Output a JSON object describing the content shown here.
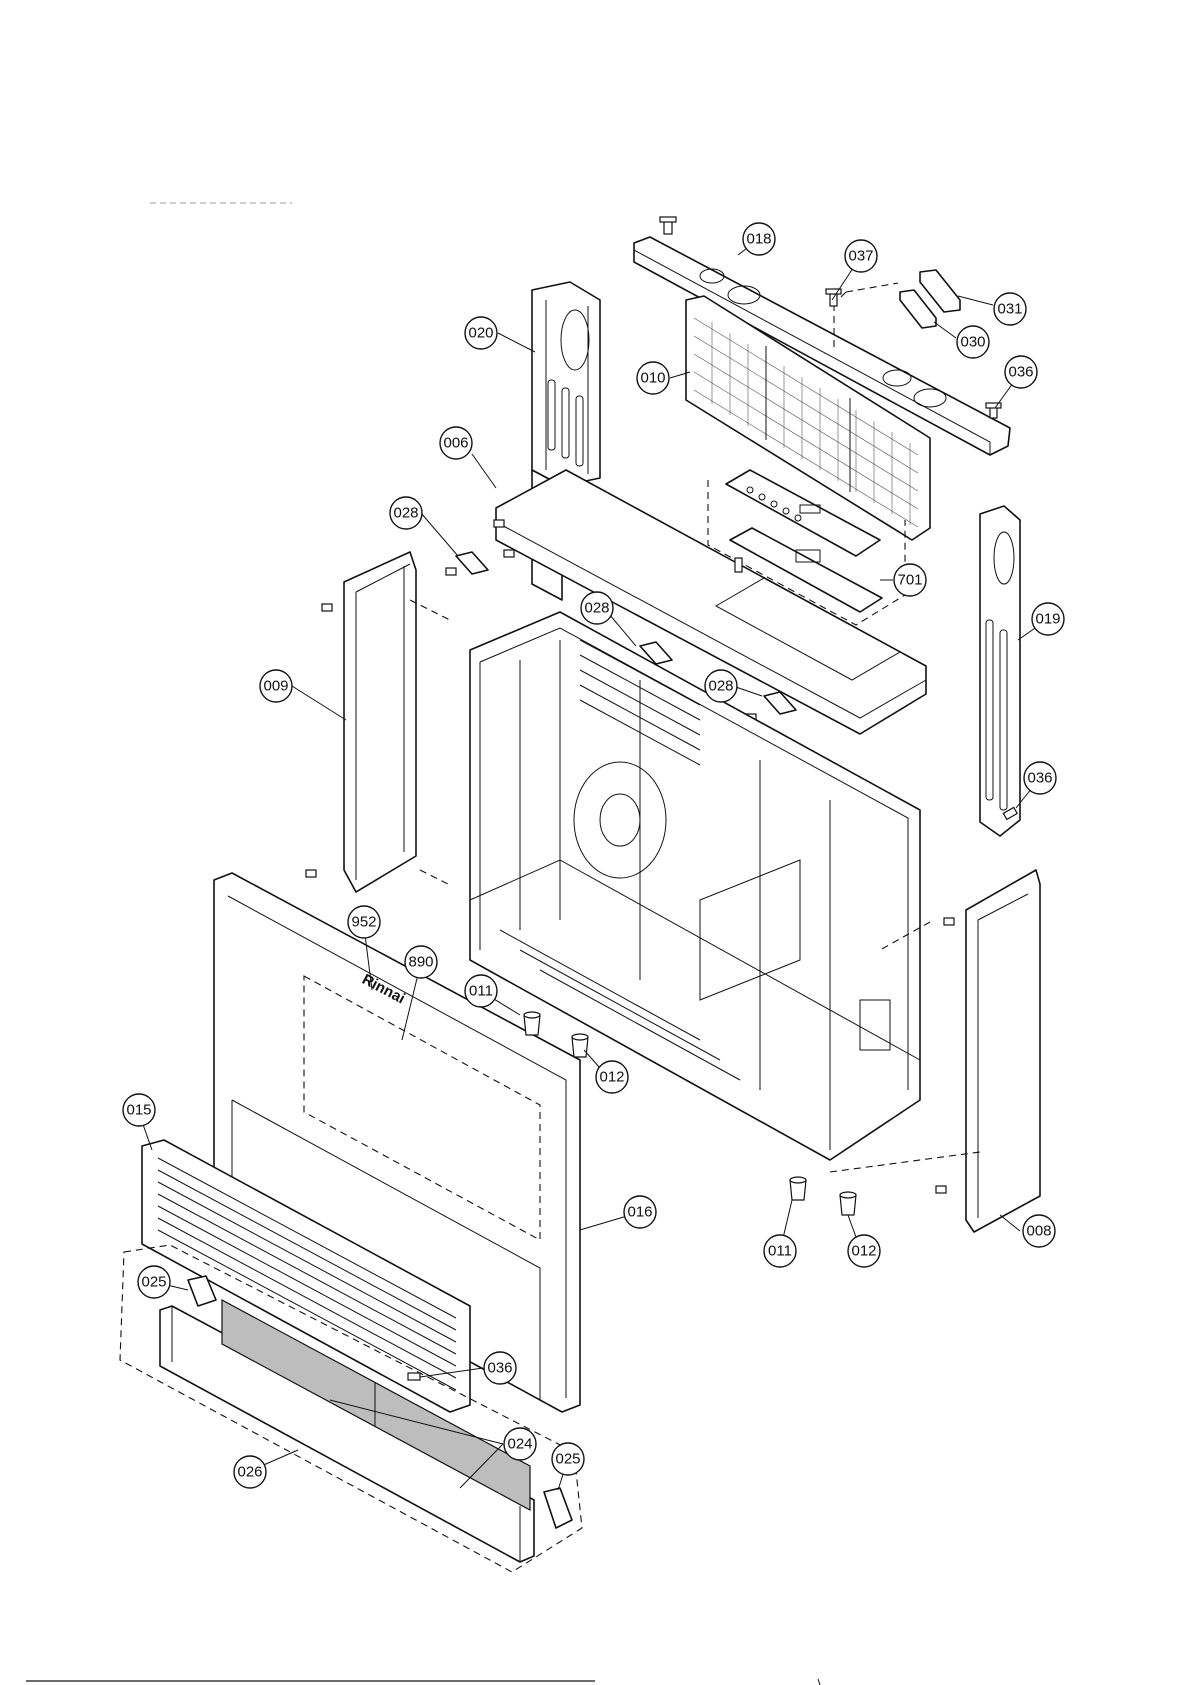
{
  "diagram": {
    "brand_logo": "Rinnai",
    "callouts": [
      {
        "id": "c018",
        "label": "018"
      },
      {
        "id": "c037",
        "label": "037"
      },
      {
        "id": "c031",
        "label": "031"
      },
      {
        "id": "c030",
        "label": "030"
      },
      {
        "id": "c020",
        "label": "020"
      },
      {
        "id": "c010",
        "label": "010"
      },
      {
        "id": "c036a",
        "label": "036"
      },
      {
        "id": "c006",
        "label": "006"
      },
      {
        "id": "c028a",
        "label": "028"
      },
      {
        "id": "c701",
        "label": "701"
      },
      {
        "id": "c019",
        "label": "019"
      },
      {
        "id": "c028b",
        "label": "028"
      },
      {
        "id": "c009",
        "label": "009"
      },
      {
        "id": "c028c",
        "label": "028"
      },
      {
        "id": "c036b",
        "label": "036"
      },
      {
        "id": "c952",
        "label": "952"
      },
      {
        "id": "c890",
        "label": "890"
      },
      {
        "id": "c011a",
        "label": "011"
      },
      {
        "id": "c012a",
        "label": "012"
      },
      {
        "id": "c015",
        "label": "015"
      },
      {
        "id": "c016",
        "label": "016"
      },
      {
        "id": "c011b",
        "label": "011"
      },
      {
        "id": "c012b",
        "label": "012"
      },
      {
        "id": "c008",
        "label": "008"
      },
      {
        "id": "c025a",
        "label": "025"
      },
      {
        "id": "c036c",
        "label": "036"
      },
      {
        "id": "c024",
        "label": "024"
      },
      {
        "id": "c025b",
        "label": "025"
      },
      {
        "id": "c026",
        "label": "026"
      }
    ]
  }
}
